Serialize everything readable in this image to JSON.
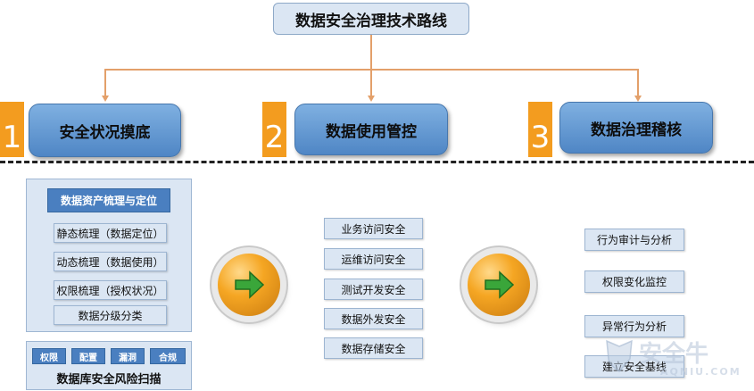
{
  "title": "数据安全治理技术路线",
  "pillars": [
    {
      "number": "1",
      "label": "安全状况摸底"
    },
    {
      "number": "2",
      "label": "数据使用管控"
    },
    {
      "number": "3",
      "label": "数据治理稽核"
    }
  ],
  "left_panel": {
    "header": "数据资产梳理与定位",
    "items": [
      "静态梳理（数据定位）",
      "动态梳理（数据使用）",
      "权限梳理（授权状况）",
      "数据分级分类"
    ],
    "scan_tags": [
      "权限",
      "配置",
      "漏洞",
      "合规"
    ],
    "scan_label": "数据库安全风险扫描"
  },
  "middle_items": [
    "业务访问安全",
    "运维访问安全",
    "测试开发安全",
    "数据外发安全",
    "数据存储安全"
  ],
  "right_items": [
    "行为审计与分析",
    "权限变化监控",
    "异常行为分析",
    "建立安全基线"
  ],
  "watermark": {
    "text": "安全牛",
    "sub": "AQNIU.COM"
  },
  "colors": {
    "accent_orange": "#f39c1f",
    "pillar_blue": "#5b8fd0",
    "header_blue": "#4a7fc0",
    "arrow_green": "#3aa63a"
  }
}
